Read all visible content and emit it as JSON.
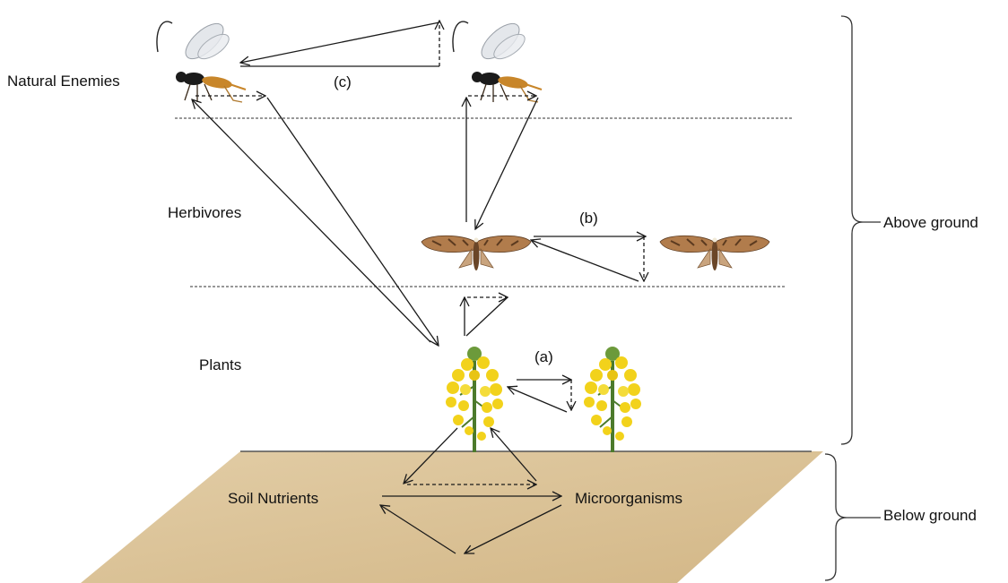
{
  "levels": {
    "natural_enemies": "Natural Enemies",
    "herbivores": "Herbivores",
    "plants": "Plants"
  },
  "soil": {
    "nutrients": "Soil Nutrients",
    "microorganisms": "Microorganisms"
  },
  "interactions": {
    "a": "(a)",
    "b": "(b)",
    "c": "(c)"
  },
  "zones": {
    "above": "Above ground",
    "below": "Below ground"
  },
  "colors": {
    "soil": "#d9c196",
    "arrow": "#1a1a1a",
    "flower": "#f2d21b",
    "stem": "#4c7a2c",
    "moth": "#8a5a32",
    "wasp_body": "#1b1b1b",
    "wasp_abdomen": "#c8862a"
  },
  "icons": [
    "wasp-icon",
    "moth-icon",
    "flowering-plant-icon"
  ]
}
